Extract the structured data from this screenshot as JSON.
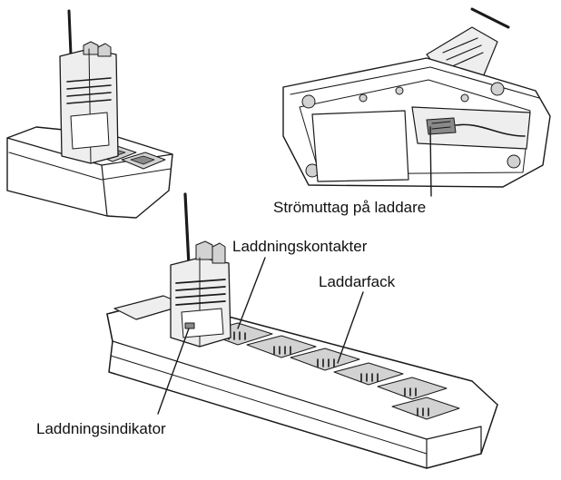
{
  "labels": {
    "power_outlet": "Strömuttag på laddare",
    "charging_contacts": "Laddningskontakter",
    "charger_slot": "Laddarfack",
    "charging_indicator": "Laddningsindikator"
  },
  "colors": {
    "ink": "#1a1a1a",
    "background": "#ffffff"
  }
}
